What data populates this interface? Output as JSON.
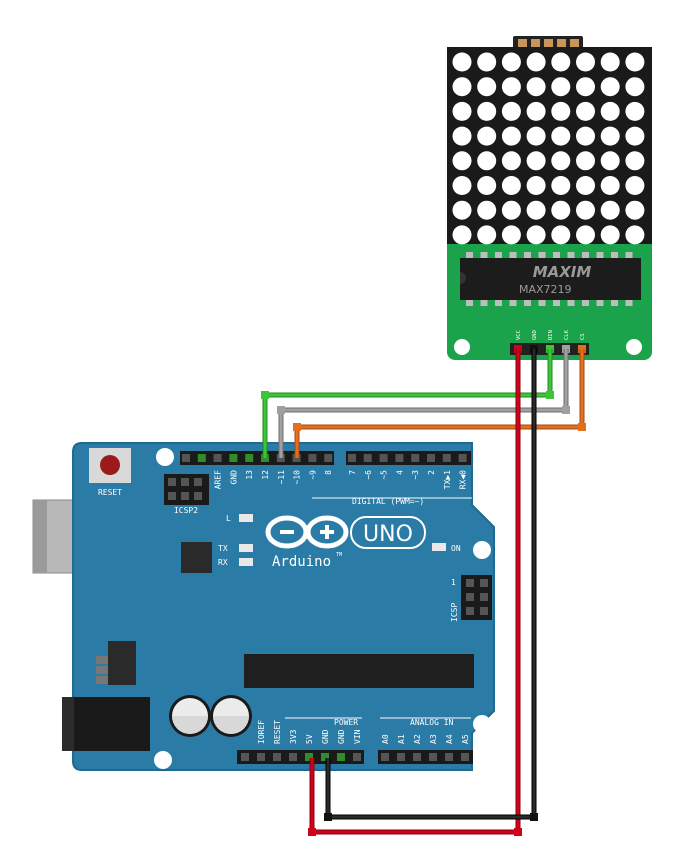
{
  "colors": {
    "board": "#2a7ba5",
    "board_edge": "#1f6a90",
    "module_pcb": "#1aa34a",
    "led": "#ffffff",
    "matrix_bg": "#1a1a1a",
    "wire_red": "#d0021b",
    "wire_black": "#111111",
    "wire_green": "#3ec43b",
    "wire_gray": "#a0a0a0",
    "wire_orange": "#e07020"
  },
  "module": {
    "chip_brand": "MAXIM",
    "chip_part": "MAX7219",
    "pins": [
      "VCC",
      "GND",
      "DIN",
      "CLK",
      "CS"
    ],
    "matrix": {
      "rows": 8,
      "cols": 8
    }
  },
  "arduino": {
    "reset_label": "RESET",
    "icsp2_label": "ICSP2",
    "icsp_label": "ICSP",
    "icsp_pin1": "1",
    "led_l": "L",
    "tx_label": "TX",
    "rx_label": "RX",
    "on_label": "ON",
    "brand": "Arduino",
    "tm": "TM",
    "model": "UNO",
    "digital_label": "DIGITAL (PWM=~)",
    "power_label": "POWER",
    "analog_label": "ANALOG IN",
    "digital_pins": [
      "AREF",
      "GND",
      "13",
      "12",
      "~11",
      "~10",
      "~9",
      "8",
      "7",
      "~6",
      "~5",
      "4",
      "~3",
      "2",
      "TX▶1",
      "RX◀0"
    ],
    "power_pins": [
      "IOREF",
      "RESET",
      "3V3",
      "5V",
      "GND",
      "GND",
      "VIN"
    ],
    "analog_pins": [
      "A0",
      "A1",
      "A2",
      "A3",
      "A4",
      "A5"
    ]
  }
}
